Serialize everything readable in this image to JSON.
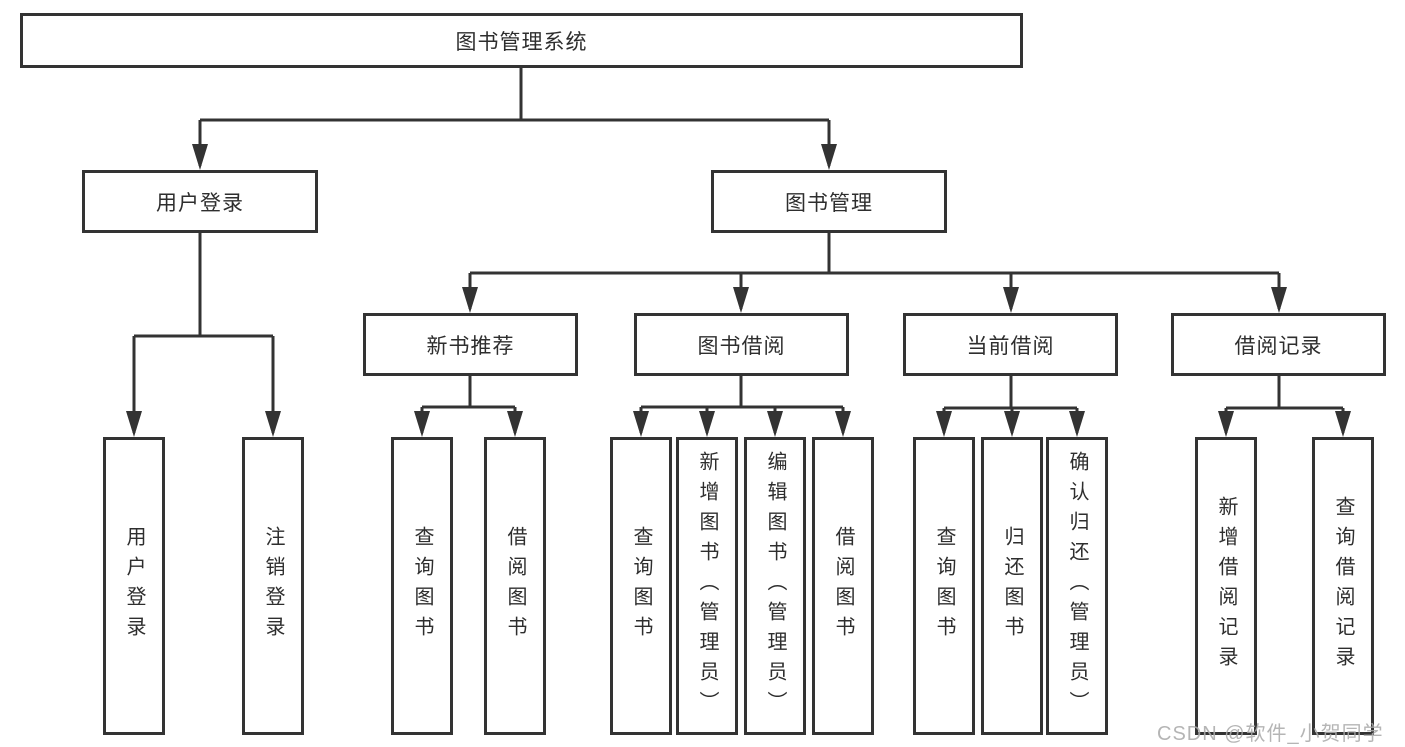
{
  "tree": {
    "label": "图书管理系统",
    "children": [
      {
        "label": "用户登录",
        "children": [
          {
            "label": "用户登录"
          },
          {
            "label": "注销登录"
          }
        ]
      },
      {
        "label": "图书管理",
        "children": [
          {
            "label": "新书推荐",
            "children": [
              {
                "label": "查询图书"
              },
              {
                "label": "借阅图书"
              }
            ]
          },
          {
            "label": "图书借阅",
            "children": [
              {
                "label": "查询图书"
              },
              {
                "label": "新增图书（管理员）"
              },
              {
                "label": "编辑图书（管理员）"
              },
              {
                "label": "借阅图书"
              }
            ]
          },
          {
            "label": "当前借阅",
            "children": [
              {
                "label": "查询图书"
              },
              {
                "label": "归还图书"
              },
              {
                "label": "确认归还（管理员）"
              }
            ]
          },
          {
            "label": "借阅记录",
            "children": [
              {
                "label": "新增借阅记录"
              },
              {
                "label": "查询借阅记录"
              }
            ]
          }
        ]
      }
    ]
  },
  "watermark": {
    "text": "CSDN @软件_小贺同学",
    "color": "#ababab"
  },
  "colors": {
    "line": "#333333",
    "box_border": "#333333",
    "text": "#2e2e2e",
    "background": "#ffffff"
  }
}
